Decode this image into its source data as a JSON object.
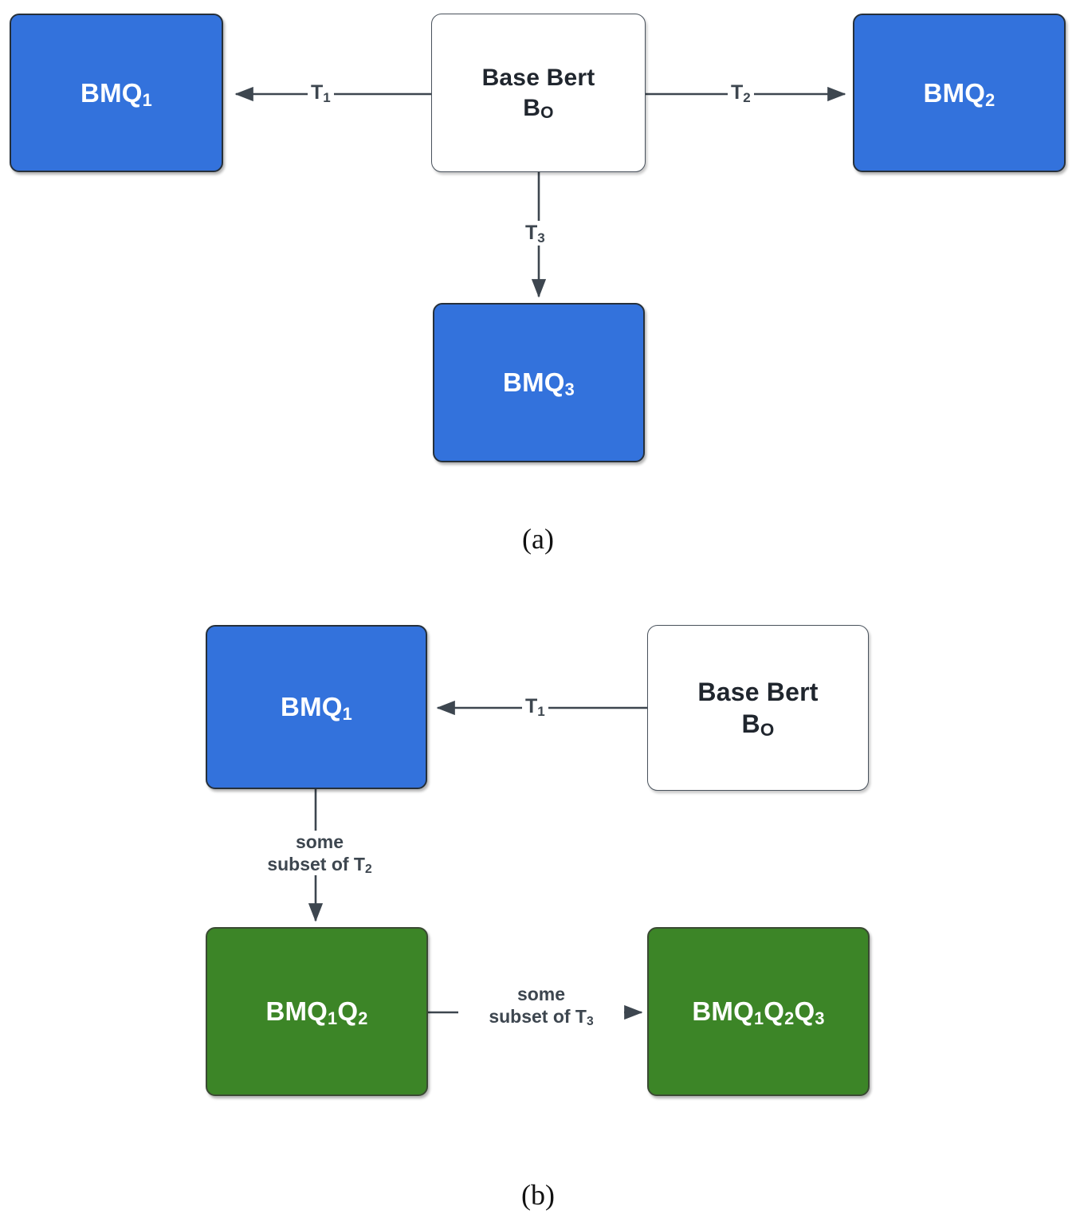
{
  "figure": {
    "background_color": "#ffffff",
    "blue_color": "#3372DC",
    "green_color": "#3C8527",
    "white_color": "#ffffff",
    "line_color": "#3d464f",
    "text_dark": "#20262e"
  },
  "panel_a": {
    "caption": "(a)",
    "nodes": {
      "bmq1": {
        "text": "BMQ",
        "sub": "1"
      },
      "bmq2": {
        "text": "BMQ",
        "sub": "2"
      },
      "bmq3": {
        "text": "BMQ",
        "sub": "3"
      },
      "base_bert": {
        "line1": "Base Bert",
        "line2": "B",
        "line2_sub": "O"
      }
    },
    "edges": {
      "t1": {
        "text": "T",
        "sub": "1"
      },
      "t2": {
        "text": "T",
        "sub": "2"
      },
      "t3": {
        "text": "T",
        "sub": "3"
      }
    }
  },
  "panel_b": {
    "caption": "(b)",
    "nodes": {
      "bmq1": {
        "text": "BMQ",
        "sub": "1"
      },
      "base_bert": {
        "line1": "Base Bert",
        "line2": "B",
        "line2_sub": "O"
      },
      "bmq1q2": {
        "text": "BMQ",
        "sub1": "1",
        "mid": "Q",
        "sub2": "2"
      },
      "bmq1q2q3": {
        "text": "BMQ",
        "sub1": "1",
        "mid": "Q",
        "sub2": "2",
        "mid2": "Q",
        "sub3": "3"
      }
    },
    "edges": {
      "t1": {
        "text": "T",
        "sub": "1"
      },
      "subset_t2": {
        "line1": "some",
        "line2": "subset of T",
        "sub": "2"
      },
      "subset_t3": {
        "line1": "some",
        "line2": "subset of T",
        "sub": "3"
      }
    }
  }
}
